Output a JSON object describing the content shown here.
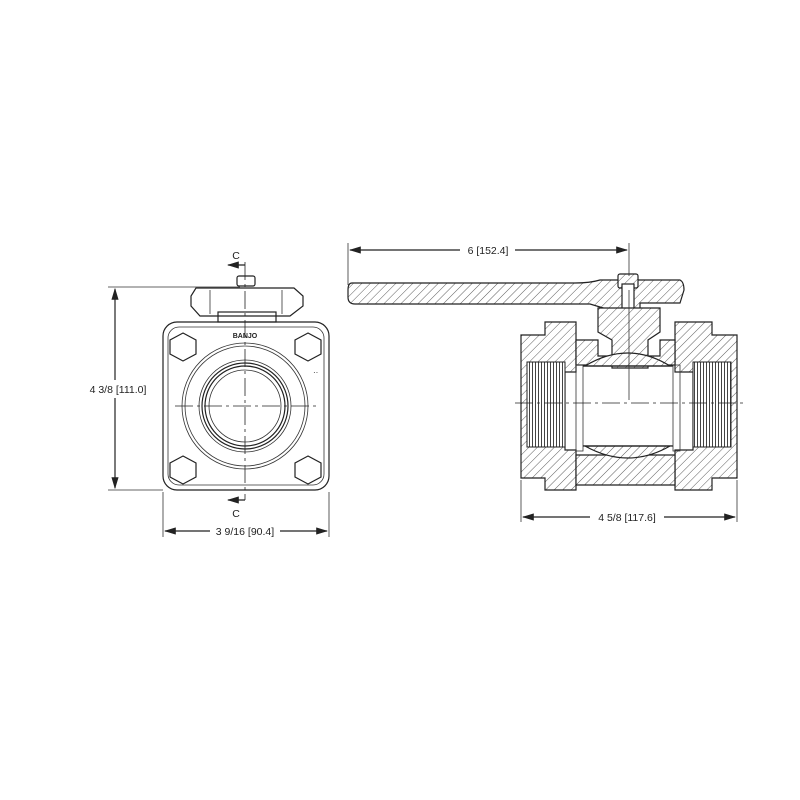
{
  "drawing": {
    "front_view": {
      "section_marker_top": "C",
      "section_marker_bottom": "C",
      "brand_text": "BANJO",
      "height_dimension": "4 3/8 [111.0]",
      "width_dimension": "3 9/16 [90.4]"
    },
    "section_view": {
      "handle_length_dimension": "6 [152.4]",
      "body_length_dimension": "4 5/8 [117.6]"
    },
    "line_color": "#222222",
    "background_color": "#ffffff"
  }
}
